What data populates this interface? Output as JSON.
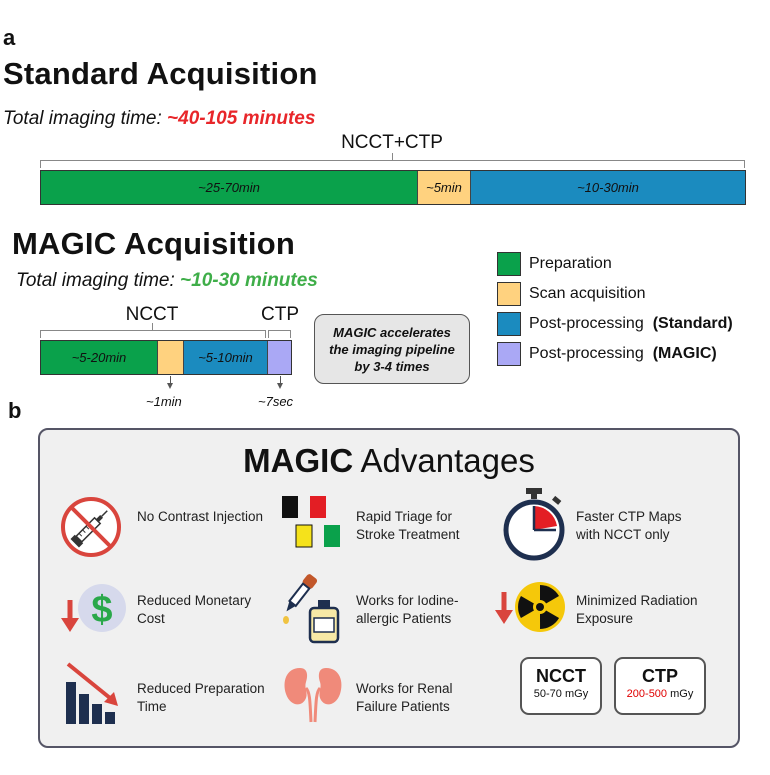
{
  "panel_a": {
    "letter": "a",
    "standard": {
      "title": "Standard Acquisition",
      "time_label": "Total imaging time:",
      "time_value": "~40-105 minutes",
      "bracket_label": "NCCT+CTP",
      "segments": [
        {
          "label": "~25-70min",
          "type": "preparation",
          "fraction": 0.532
        },
        {
          "label": "~5min",
          "type": "scan",
          "fraction": 0.075
        },
        {
          "label": "~10-30min",
          "type": "post_standard",
          "fraction": 0.393
        }
      ]
    },
    "magic": {
      "title": "MAGIC Acquisition",
      "time_label": "Total imaging time:",
      "time_value": "~10-30 minutes",
      "ncct_label": "NCCT",
      "ctp_label": "CTP",
      "segments": [
        {
          "label": "~5-20min",
          "type": "preparation"
        },
        {
          "label": "",
          "type": "scan"
        },
        {
          "label": "~5-10min",
          "type": "post_standard"
        },
        {
          "label": "",
          "type": "post_magic"
        }
      ],
      "arrow_scan": "~1min",
      "arrow_magic": "~7sec",
      "callout_lines": [
        "MAGIC accelerates",
        "the imaging pipeline",
        "by 3-4 times"
      ]
    },
    "legend": [
      {
        "label": "Preparation",
        "extra": "",
        "color": "#0aa14b"
      },
      {
        "label": "Scan acquisition",
        "extra": "",
        "color": "#ffd27f"
      },
      {
        "label": "Post-processing",
        "extra": "(Standard)",
        "color": "#1b8bbf"
      },
      {
        "label": "Post-processing",
        "extra": "(MAGIC)",
        "color": "#aaa8f5"
      }
    ],
    "colors": {
      "preparation": "#0aa14b",
      "scan": "#ffd27f",
      "post_standard": "#1b8bbf",
      "post_magic": "#aaa8f5",
      "standard_time": "#e8262a",
      "magic_time": "#3fae49"
    }
  },
  "panel_b": {
    "letter": "b",
    "title_strong": "MAGIC",
    "title_rest": " Advantages",
    "items": [
      {
        "icon": "no-syringe-icon",
        "text": "No Contrast Injection"
      },
      {
        "icon": "triage-blocks-icon",
        "text": "Rapid Triage for Stroke Treatment"
      },
      {
        "icon": "stopwatch-icon",
        "text": "Faster CTP Maps with NCCT only"
      },
      {
        "icon": "dollar-down-icon",
        "text": "Reduced Monetary Cost"
      },
      {
        "icon": "dropper-bottle-icon",
        "text": "Works for Iodine-allergic Patients"
      },
      {
        "icon": "radiation-down-icon",
        "text": "Minimized Radiation Exposure"
      },
      {
        "icon": "bar-decline-icon",
        "text": "Reduced Preparation Time"
      },
      {
        "icon": "kidneys-icon",
        "text": "Works for Renal Failure Patients"
      }
    ],
    "dose": [
      {
        "name": "NCCT",
        "value": "50-70",
        "unit": " mGy"
      },
      {
        "name": "CTP",
        "value": "200-500",
        "unit": " mGy"
      }
    ]
  }
}
